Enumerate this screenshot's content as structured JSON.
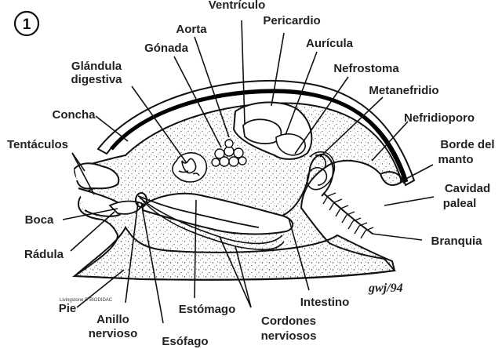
{
  "figure_number": "1",
  "labels": {
    "ventriculo": "Ventrículo",
    "pericardio": "Pericardio",
    "aorta": "Aorta",
    "gonada": "Gónada",
    "auricula": "Aurícula",
    "glandula_1": "Glándula",
    "glandula_2": "digestiva",
    "nefrostoma": "Nefrostoma",
    "metanefridio": "Metanefridio",
    "concha": "Concha",
    "nefridioporo": "Nefridioporo",
    "tentaculos": "Tentáculos",
    "borde_1": "Borde del",
    "borde_2": "manto",
    "cavidad_1": "Cavidad",
    "cavidad_2": "paleal",
    "boca": "Boca",
    "branquia": "Branquia",
    "radula": "Rádula",
    "pie": "Pie",
    "anillo_1": "Anillo",
    "anillo_2": "nervioso",
    "estomago": "Estómago",
    "intestino": "Intestino",
    "esofago": "Esófago",
    "cordones_1": "Cordones",
    "cordones_2": "nerviosos"
  },
  "credit": "Livingstone © BIODIDAC",
  "signature": "gwj/94"
}
